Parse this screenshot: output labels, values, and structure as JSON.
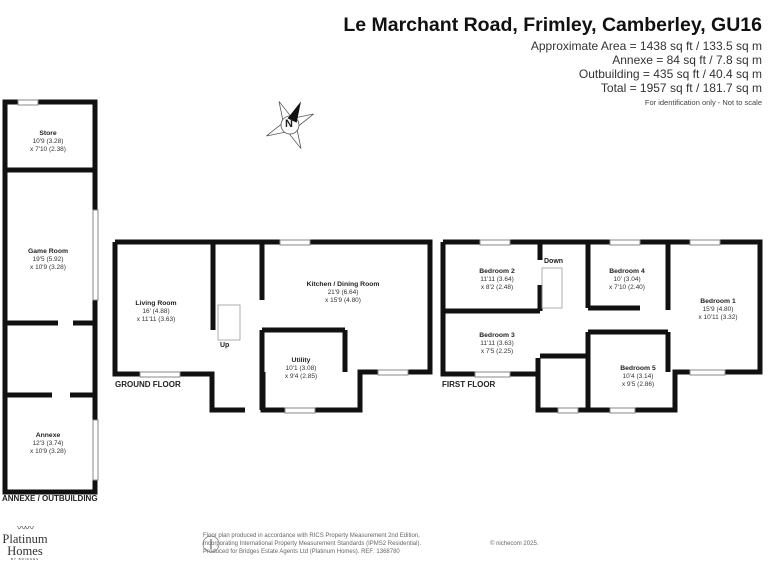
{
  "header": {
    "title": "Le Marchant Road, Frimley, Camberley, GU16",
    "areas": [
      "Approximate Area = 1438 sq ft / 133.5 sq m",
      "Annexe = 84 sq ft / 7.8 sq m",
      "Outbuilding = 435 sq ft / 40.4 sq m",
      "Total = 1957 sq ft / 181.7 sq m"
    ],
    "note": "For identification only - Not to scale"
  },
  "compass": {
    "label": "N",
    "icon": "compass-rose-icon"
  },
  "outbuilding": {
    "label": "ANNEXE / OUTBUILDING",
    "rooms": [
      {
        "name": "Store",
        "dim1": "10'9 (3.28)",
        "dim2": "x 7'10 (2.38)"
      },
      {
        "name": "Game Room",
        "dim1": "19'5 (5.92)",
        "dim2": "x 10'9 (3.28)"
      },
      {
        "name": "Annexe",
        "dim1": "12'3 (3.74)",
        "dim2": "x 10'9 (3.28)"
      }
    ]
  },
  "ground_floor": {
    "label": "GROUND FLOOR",
    "stairs": "Up",
    "rooms": [
      {
        "name": "Living Room",
        "dim1": "16' (4.88)",
        "dim2": "x 11'11 (3.63)"
      },
      {
        "name": "Kitchen / Dining Room",
        "dim1": "21'9 (6.64)",
        "dim2": "x 15'9 (4.80)"
      },
      {
        "name": "Utility",
        "dim1": "10'1 (3.08)",
        "dim2": "x 9'4 (2.85)"
      }
    ]
  },
  "first_floor": {
    "label": "FIRST FLOOR",
    "stairs": "Down",
    "rooms": [
      {
        "name": "Bedroom 2",
        "dim1": "11'11 (3.64)",
        "dim2": "x 8'2 (2.48)"
      },
      {
        "name": "Bedroom 4",
        "dim1": "10' (3.04)",
        "dim2": "x 7'10 (2.40)"
      },
      {
        "name": "Bedroom 1",
        "dim1": "15'9 (4.80)",
        "dim2": "x 10'11 (3.32)"
      },
      {
        "name": "Bedroom 3",
        "dim1": "11'11 (3.63)",
        "dim2": "x 7'5 (2.25)"
      },
      {
        "name": "Bedroom 5",
        "dim1": "10'4 (3.14)",
        "dim2": "x 9'5 (2.86)"
      }
    ]
  },
  "footer": {
    "lines": [
      "Floor plan produced in accordance with RICS Property Measurement 2nd Edition,",
      "Incorporating International Property Measurement Standards (IPMS2 Residential).",
      "Produced for Bridges Estate Agents Ltd (Platinum Homes).   REF: 1368780"
    ],
    "copyright": "© nichecom 2025.",
    "logo": "Platinum Homes",
    "logo_sub": "BY BRIDGES"
  },
  "colors": {
    "wall": "#111111",
    "text": "#222222"
  }
}
